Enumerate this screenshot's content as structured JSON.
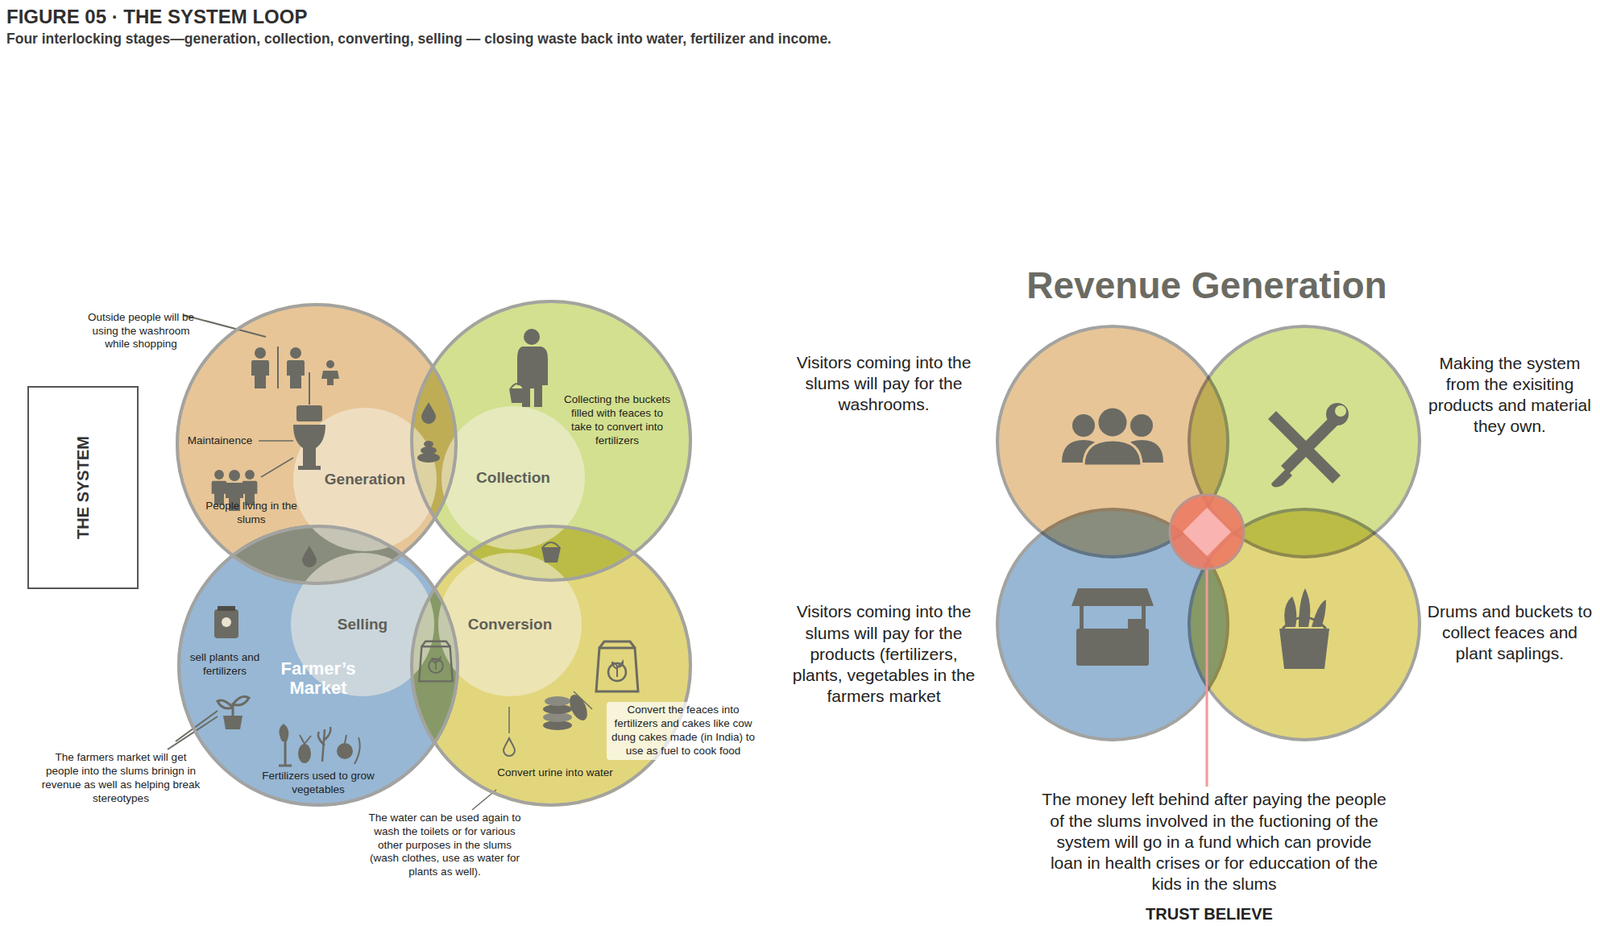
{
  "diagram": {
    "title": "FIGURE 05 · THE SYSTEM LOOP",
    "caption": "Four interlocking stages—generation, collection, converting, selling — closing waste back into water, fertilizer and income.",
    "nodes": [
      {
        "text": [
          "THE SYSTEM"
        ]
      },
      {
        "text": [
          "Generation"
        ]
      },
      {
        "text": [
          "Collection"
        ]
      },
      {
        "text": [
          "Selling",
          "Farmer’s Market"
        ]
      },
      {
        "text": [
          "Conversion"
        ]
      }
    ],
    "labels": [
      "Outside people will be using the washroom while shopping",
      "Maintainence",
      "People living in the slums",
      "Collecting the buckets filled with feaces to take to convert into fertilizers",
      "sell plants and fertilizers",
      "The farmers market will get people into the slums brinign in revenue as well as helping break stereotypes",
      "Fertilizers used to grow vegetables",
      "Convert the feaces into fertilizers and cakes like cow dung cakes made (in India) to use as fuel to cook food",
      "Convert urine into water",
      "The water can be used again to wash the toilets or for various other purposes in the slums (wash clothes, use as water for plants as well).",
      "Revenue Generation",
      "Visitors coming into the slums will pay for the washrooms.",
      "Making the system from the exisiting products and material they own.",
      "Visitors coming into the slums will pay for the products (fertilizers, plants, vegetables in the farmers market",
      "Drums and buckets to collect feaces and plant saplings.",
      "The money left behind after paying the people of the slums involved in the fuctioning of the system will go in a fund which can provide loan in health crises or for educcation of the kids in the slums",
      "TRUST BELIEVE"
    ]
  }
}
